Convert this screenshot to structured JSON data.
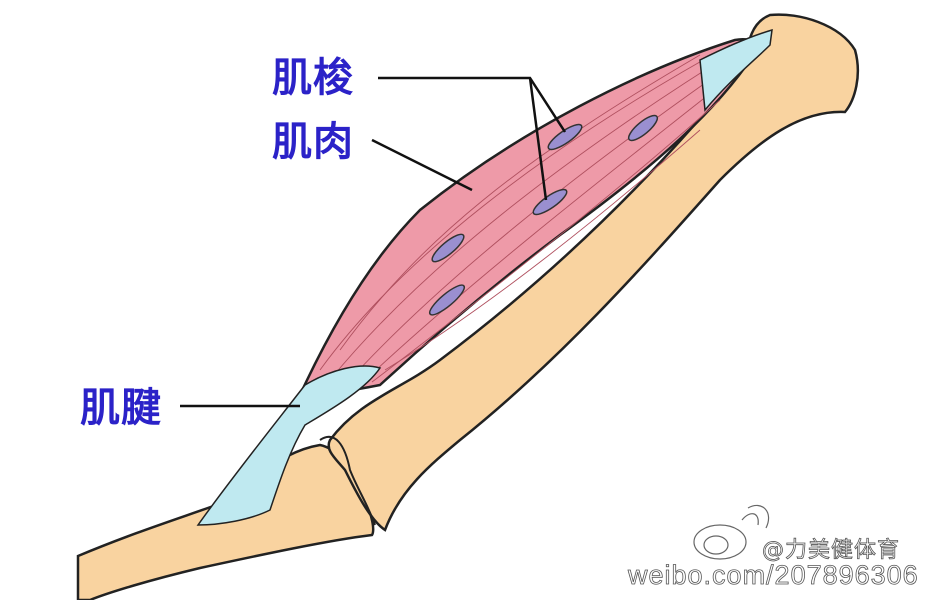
{
  "labels": {
    "muscle_spindle": "肌梭",
    "muscle": "肌肉",
    "tendon": "肌腱"
  },
  "watermark": {
    "handle": "@力美健体育",
    "url": "weibo.com/207896306",
    "logo": "weibo-logo"
  },
  "colors": {
    "label_text": "#2b22c8",
    "muscle": "#ee9aa8",
    "tendon": "#bfe9f0",
    "bone": "#f9d3a0",
    "spindle": "#9a8fd0"
  }
}
